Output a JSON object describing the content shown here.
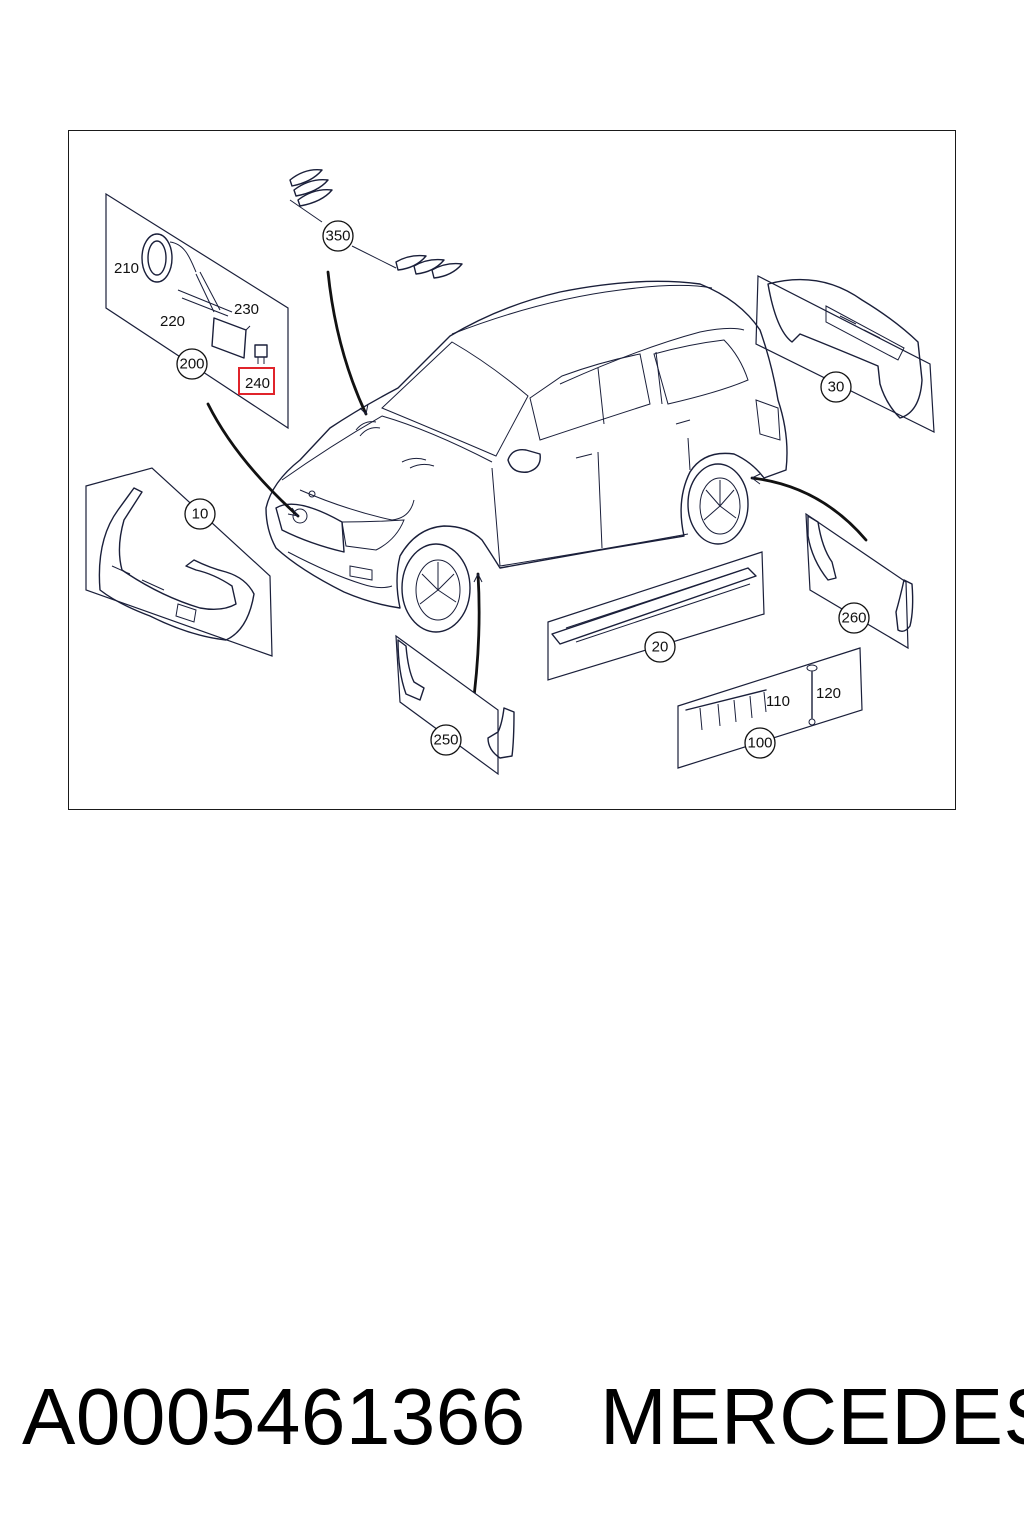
{
  "diagram": {
    "callouts": [
      "10",
      "20",
      "30",
      "100",
      "200",
      "250",
      "260",
      "350"
    ],
    "labels": [
      "110",
      "120",
      "210",
      "220",
      "230",
      "240"
    ],
    "highlighted": "240"
  },
  "caption": {
    "part_number": "A0005461366",
    "brand": "MERCEDES"
  },
  "colors": {
    "line": "#1a1f3a",
    "highlight": "#e0242b"
  }
}
